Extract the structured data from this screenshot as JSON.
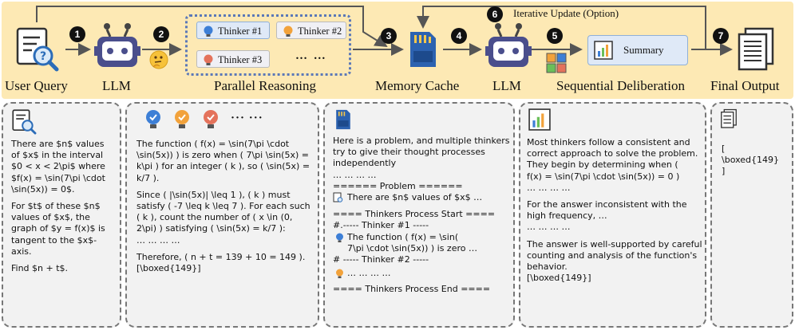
{
  "pipeline": {
    "labels": {
      "user_query": "User Query",
      "llm_1": "LLM",
      "parallel_reasoning": "Parallel Reasoning",
      "memory_cache": "Memory Cache",
      "llm_2": "LLM",
      "sequential_deliberation": "Sequential Deliberation",
      "final_output": "Final Output"
    },
    "steps": [
      "1",
      "2",
      "3",
      "4",
      "5",
      "6",
      "7"
    ],
    "iterative_update": "Iterative Update (Option)",
    "thinkers": [
      "Thinker #1",
      "Thinker #2",
      "Thinker #3"
    ],
    "thinker_more": "… …",
    "summary": "Summary"
  },
  "panels": {
    "query": {
      "paragraphs": [
        "There are $n$ values of $x$ in the interval $0 < x < 2\\pi$ where $f(x) = \\sin(7\\pi \\cdot \\sin(5x)) = 0$.",
        "For $t$ of these $n$ values of $x$, the graph of $y = f(x)$ is tangent to the $x$-axis.",
        "Find $n + t$."
      ]
    },
    "thinkers": {
      "more": "··· ···",
      "paragraphs": [
        "The function ( f(x) = \\sin(7\\pi \\cdot \\sin(5x)) ) is zero when ( 7\\pi \\sin(5x) = k\\pi ) for an integer ( k ), so ( \\sin(5x) = k/7 ).",
        "Since ( |\\sin(5x)| \\leq 1 ), ( k ) must satisfy ( -7 \\leq k \\leq 7 ). For each such ( k ), count the number of ( x \\in (0, 2\\pi) ) satisfying ( \\sin(5x) = k/7 ):\n… … … …",
        "Therefore, ( n + t = 139 + 10 = 149 ).\n[\\boxed{149}]"
      ]
    },
    "memory": {
      "intro": "Here is a problem, and multiple thinkers try to give their thought processes independently\n… … … …",
      "problem_header": "====== Problem ======",
      "problem_line": "There are $n$ values of $x$ …",
      "process_start": "==== Thinkers Process Start ====",
      "thinker1_header": "#.----- Thinker #1 -----",
      "thinker1_text": "The function ( f(x) = \\sin(\n7\\pi \\cdot \\sin(5x)) ) is zero  …",
      "thinker2_header": "# ----- Thinker #2 -----",
      "thinker2_text": "… … … …",
      "process_end": "==== Thinkers Process End ===="
    },
    "deliberation": {
      "paragraphs": [
        "Most thinkers follow a consistent and correct approach to solve the problem.\nThey begin by determining when (\n f(x) = \\sin(7\\pi \\cdot \\sin(5x)) = 0 )\n… … … …",
        "For the answer inconsistent with the high frequency, …\n… … … …",
        "The answer is well-supported by careful counting and analysis of the function's behavior.\n[\\boxed{149}]"
      ]
    },
    "final": {
      "text": "[\n\\boxed{149}\n]"
    }
  },
  "colors": {
    "banner": "#fde9b4",
    "panel_bg": "#f2f2f2",
    "thinker_box": "#dfe9f7",
    "robot": "#4a4e8c",
    "bulb_blue": "#3d7fd6",
    "bulb_orange": "#f2a23b",
    "bulb_red": "#e4725b"
  }
}
